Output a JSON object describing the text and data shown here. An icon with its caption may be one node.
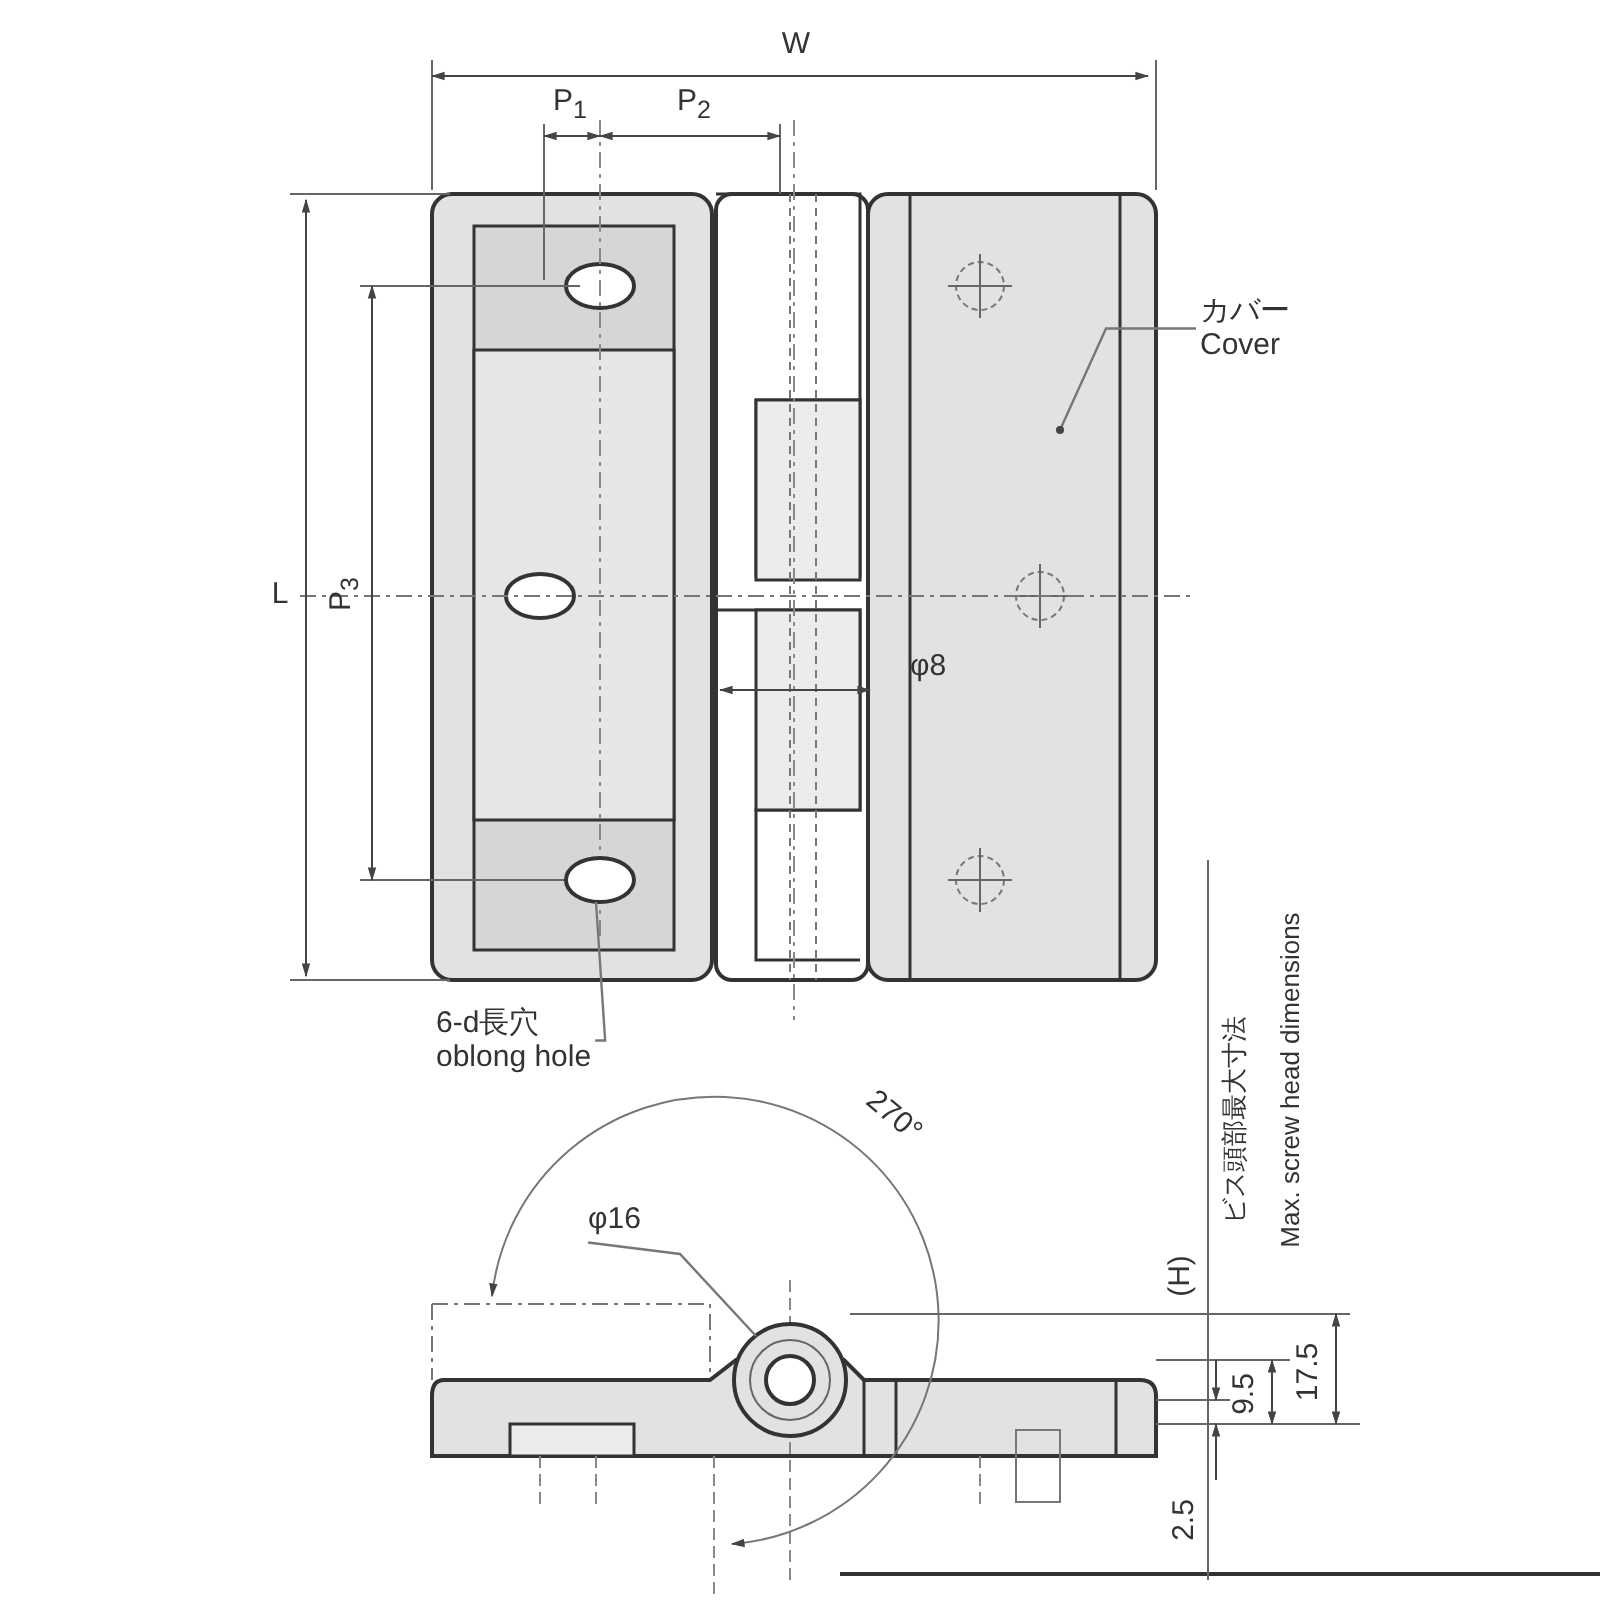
{
  "diagram": {
    "nodes": [
      {
        "text": [
          "カバー",
          "Cover"
        ]
      },
      {
        "text": [],
        "shape": "box"
      },
      {
        "text": [
          "6-d長穴",
          "oblong hole"
        ]
      },
      {
        "text": [],
        "shape": "oval"
      },
      {
        "text": [
          "φ16"
        ]
      },
      {
        "text": [],
        "shape": "circle"
      }
    ],
    "edges": [
      {
        "from": 0,
        "to": 1,
        "arrow": "none"
      },
      {
        "from": 2,
        "to": 3,
        "arrow": "none"
      },
      {
        "from": 4,
        "to": 5,
        "arrow": "none"
      }
    ],
    "labels": [
      "W",
      "P$_{1}$",
      "P$_{2}$",
      "L",
      "P$_{3}$",
      "φ8",
      "270°",
      "(H)",
      "ビス頭部最大寸法",
      "Max. screw head dimensions",
      "9.5",
      "17.5",
      "2.5"
    ]
  }
}
